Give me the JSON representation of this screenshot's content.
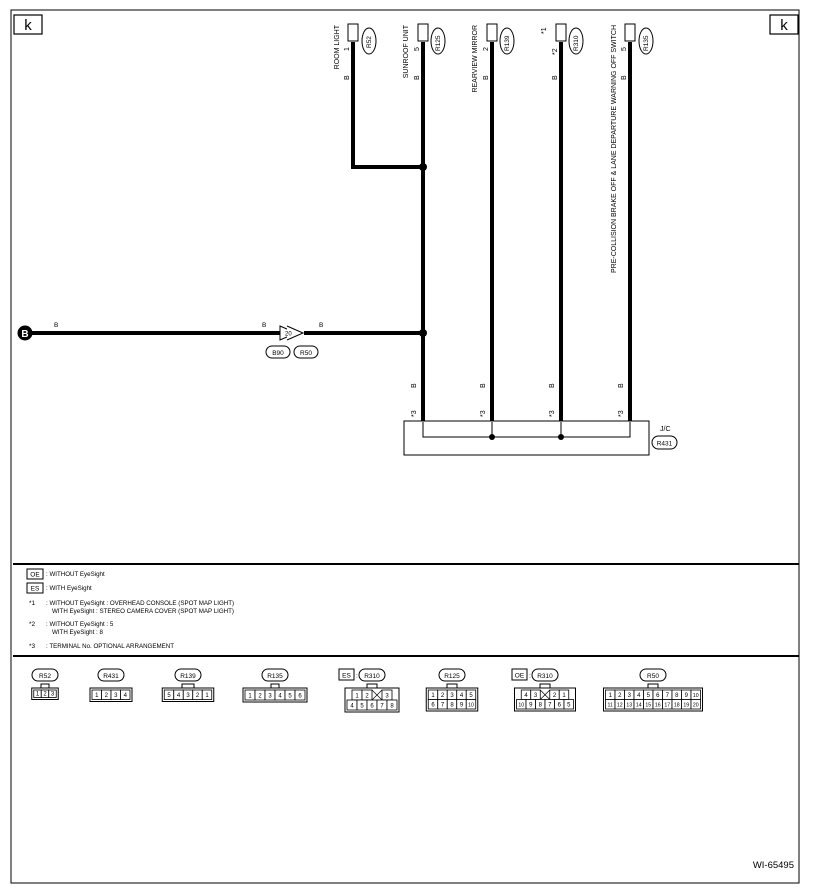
{
  "corner_mark": "k",
  "diagram_id": "WI-65495",
  "ground_point": "B",
  "connectors": [
    {
      "key": "roomlight",
      "label": "ROOM LIGHT",
      "pin": "1",
      "wire": "B",
      "conn": "R52",
      "note": ""
    },
    {
      "key": "sunroof",
      "label": "SUNROOF UNIT",
      "pin": "5",
      "wire": "B",
      "conn": "R125",
      "note": ""
    },
    {
      "key": "mirror",
      "label": "REARVIEW MIRROR",
      "pin": "2",
      "wire": "B",
      "conn": "R139",
      "note": ""
    },
    {
      "key": "r310",
      "label": "",
      "pin": "*2",
      "wire": "B",
      "conn": "R310",
      "note": "*1"
    },
    {
      "key": "precollision",
      "label": "PRE-COLLISION BRAKE OFF & LANE DEPARTURE WARNING OFF SWITCH",
      "pin": "5",
      "wire": "B",
      "conn": "R135",
      "note": ""
    }
  ],
  "main_wire": {
    "left_label": "B",
    "mid_left_label": "B",
    "mid_right_label": "B",
    "inline_pin": "20",
    "conn_a": "B90",
    "conn_b": "R50"
  },
  "jc": {
    "title": "J/C",
    "conn": "R431",
    "wire_labels": [
      "B",
      "B",
      "B",
      "B"
    ],
    "pin_labels": [
      "*3",
      "*3",
      "*3",
      "*3"
    ]
  },
  "legend": [
    {
      "box": "OE",
      "text": ": WITHOUT EyeSight"
    },
    {
      "box": "ES",
      "text": ": WITH EyeSight"
    },
    {
      "mark": "*1",
      "text": ": WITHOUT EyeSight  : OVERHEAD CONSOLE (SPOT MAP LIGHT)",
      "text2": "WITH EyeSight  : STEREO CAMERA COVER (SPOT MAP LIGHT)"
    },
    {
      "mark": "*2",
      "text": ": WITHOUT EyeSight  : 5",
      "text2": "WITH EyeSight  : 8"
    },
    {
      "mark": "*3",
      "text": ": TERMINAL No. OPTIONAL ARRANGEMENT"
    }
  ],
  "connector_views": [
    {
      "name": "R52",
      "prefix": "",
      "rows": [
        [
          "1",
          "2",
          "3"
        ]
      ]
    },
    {
      "name": "R431",
      "prefix": "",
      "rows": [
        [
          "1",
          "2",
          "3",
          "4"
        ]
      ]
    },
    {
      "name": "R139",
      "prefix": "",
      "rows": [
        [
          "5",
          "4",
          "3",
          "2",
          "1"
        ]
      ]
    },
    {
      "name": "R135",
      "prefix": "",
      "rows": [
        [
          "1",
          "2",
          "3",
          "4",
          "5",
          "6"
        ]
      ]
    },
    {
      "name": "R310",
      "prefix": "ES",
      "rows": [
        [
          "1",
          "2",
          "",
          "3"
        ],
        [
          "4",
          "5",
          "6",
          "7",
          "8"
        ]
      ]
    },
    {
      "name": "R125",
      "prefix": "",
      "rows": [
        [
          "1",
          "2",
          "3",
          "4",
          "5"
        ],
        [
          "6",
          "7",
          "8",
          "9",
          "10"
        ]
      ]
    },
    {
      "name": "R310",
      "prefix": "OE",
      "rows": [
        [
          "4",
          "3",
          "",
          "2",
          "1"
        ],
        [
          "10",
          "9",
          "8",
          "7",
          "6",
          "5"
        ]
      ]
    },
    {
      "name": "R50",
      "prefix": "",
      "rows": [
        [
          "1",
          "2",
          "3",
          "4",
          "5",
          "6",
          "7",
          "8",
          "9",
          "10"
        ],
        [
          "11",
          "12",
          "13",
          "14",
          "15",
          "16",
          "17",
          "18",
          "19",
          "20"
        ]
      ]
    }
  ]
}
